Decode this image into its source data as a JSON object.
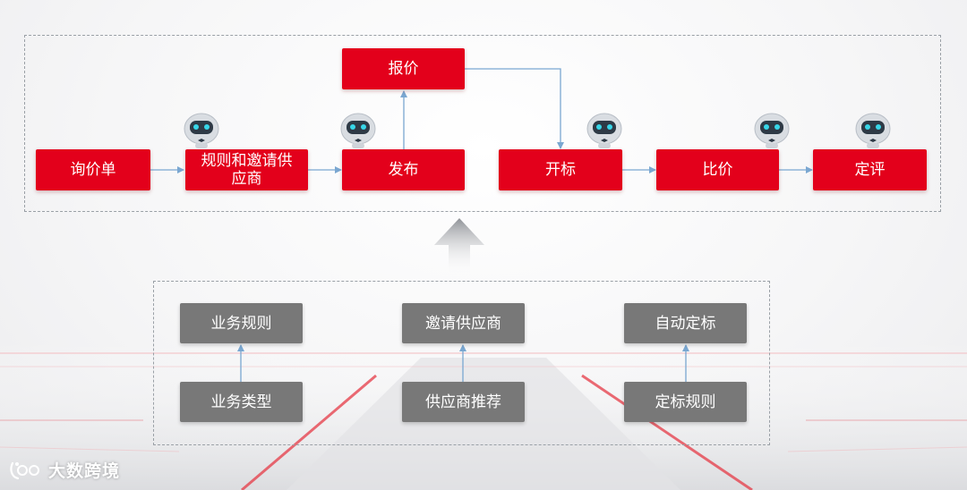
{
  "top_flow": {
    "inquiry": "询价单",
    "rules_invite": "规则和邀请供应商",
    "publish": "发布",
    "quote": "报价",
    "open_bid": "开标",
    "compare": "比价",
    "award": "定评"
  },
  "bottom_groups": {
    "business_rules": "业务规则",
    "business_type": "业务类型",
    "invite_supplier": "邀请供应商",
    "supplier_recommend": "供应商推荐",
    "auto_award": "自动定标",
    "award_rules": "定标规则"
  },
  "logo": {
    "text": "大数跨境"
  },
  "colors": {
    "accent": "#e3001b",
    "gray_node": "#787878",
    "connector": "#7aa7d1",
    "big_arrow": "#8f9297"
  },
  "icons": [
    "robot-icon",
    "up-arrow-icon",
    "logo-icon"
  ]
}
